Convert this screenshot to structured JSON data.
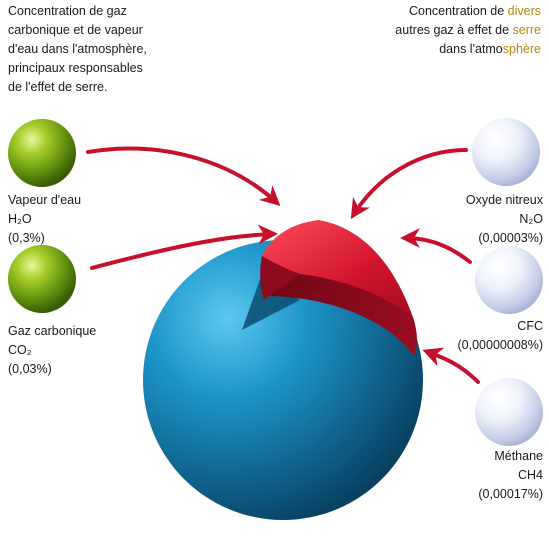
{
  "intro_left": {
    "lines": [
      "Concentration de gaz",
      "carbonique et de vapeur",
      "d'eau dans l'atmosphère,",
      "principaux responsables",
      "de l'effet de serre."
    ]
  },
  "intro_right": {
    "line1_a": "Concentration de ",
    "line1_b": "divers",
    "line2_a": "autres gaz à effet de ",
    "line2_b": "serre",
    "line3_a": "dans l'atmo",
    "line3_b": "sphère"
  },
  "gases": {
    "water_vapor": {
      "name": "Vapeur d'eau",
      "formula": "H₂O",
      "value": "(0,3%)"
    },
    "co2": {
      "name": "Gaz carbonique",
      "formula": "CO₂",
      "value": "(0,03%)"
    },
    "n2o": {
      "name": "Oxyde nitreux",
      "formula": "N₂O",
      "value": "(0,00003%)"
    },
    "cfc": {
      "name": "CFC",
      "value": "(0,00000008%)"
    },
    "ch4": {
      "name": "Méthane",
      "formula": "CH4",
      "value": "(0,00017%)"
    }
  },
  "colors": {
    "green_sphere": "#7aa81a",
    "white_sphere": "#e6ecf8",
    "atmosphere_sphere": "#1a8fbf",
    "wedge": "#c8102e",
    "arrow": "#c8102e"
  }
}
